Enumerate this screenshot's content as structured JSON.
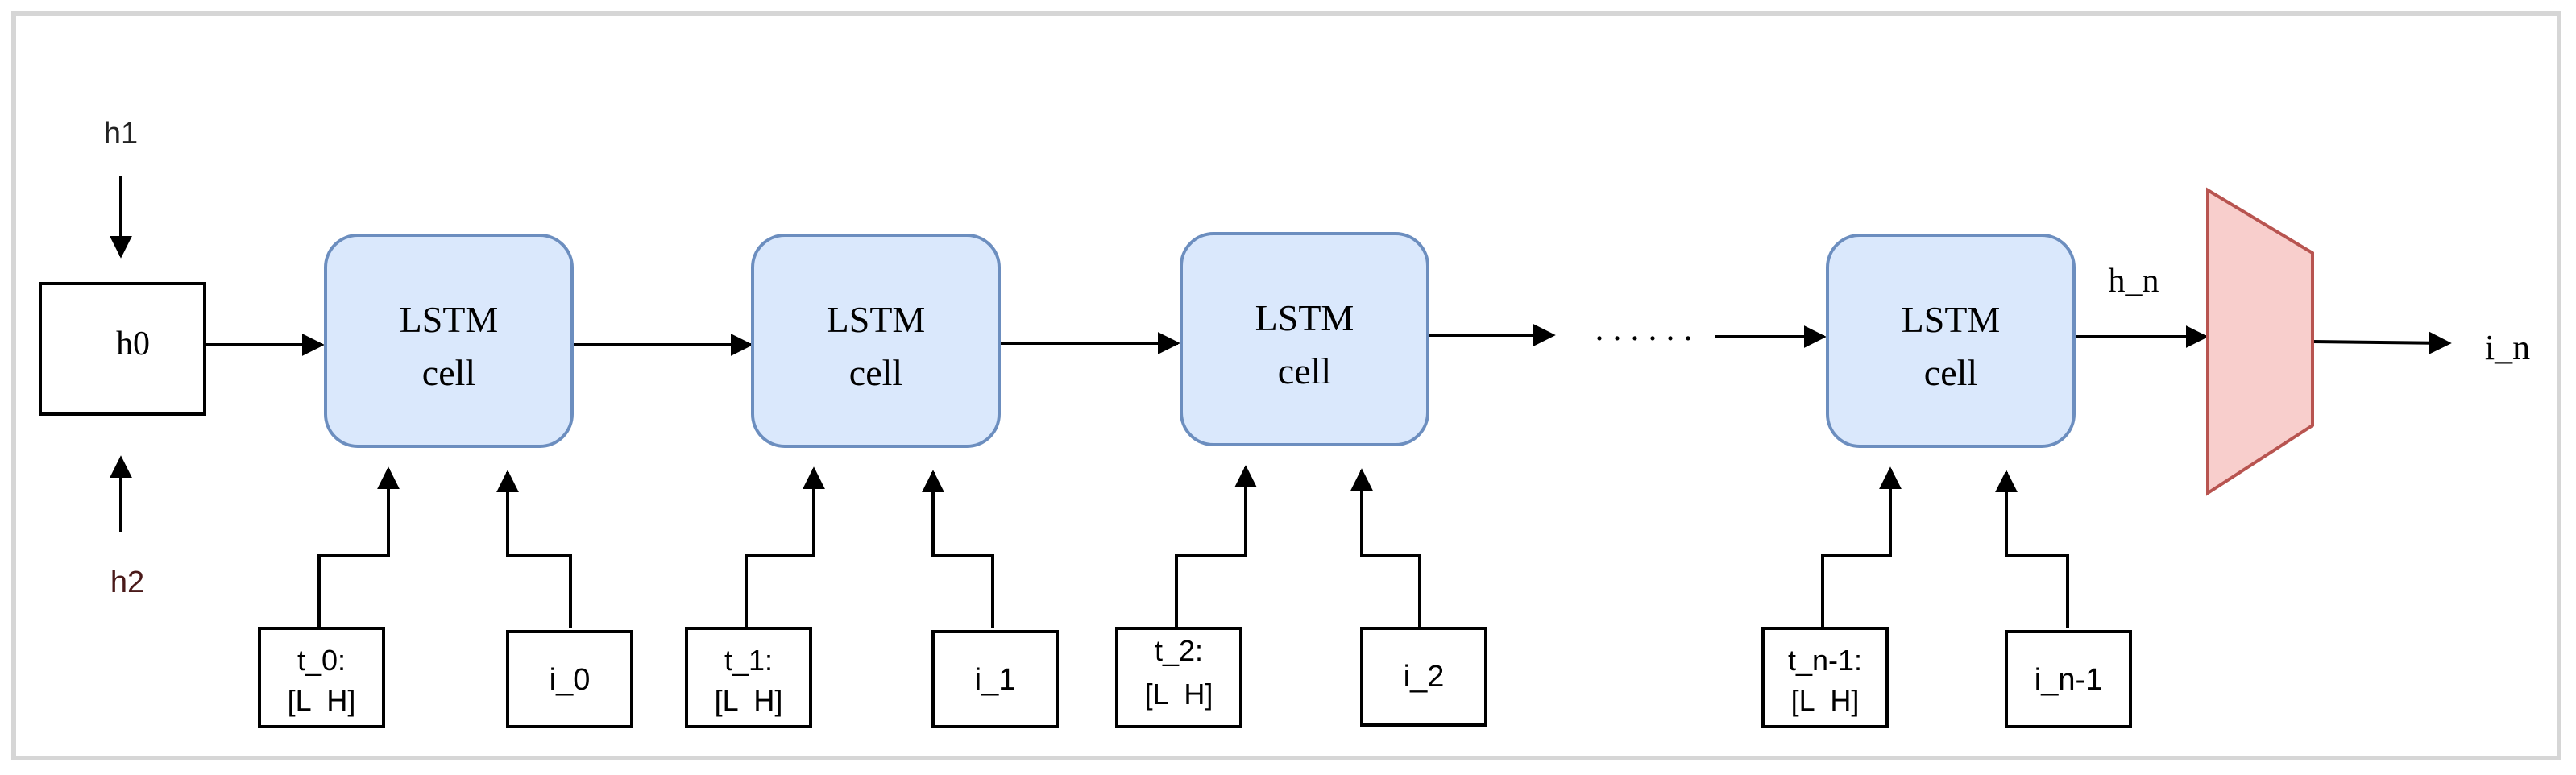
{
  "diagram": {
    "h1_label": "h1",
    "h2_label": "h2",
    "h0_label": "h0",
    "cells": [
      {
        "line1": "LSTM",
        "line2": "cell"
      },
      {
        "line1": "LSTM",
        "line2": "cell"
      },
      {
        "line1": "LSTM",
        "line2": "cell"
      },
      {
        "line1": "LSTM",
        "line2": "cell"
      }
    ],
    "t_inputs": [
      {
        "line1": "t_0:",
        "line2": "[L  H]"
      },
      {
        "line1": "t_1:",
        "line2": "[L  H]"
      },
      {
        "line1": "t_2:",
        "line2": "[L  H]"
      },
      {
        "line1": "t_n-1:",
        "line2": "[L  H]"
      }
    ],
    "i_inputs": [
      "i_0",
      "i_1",
      "i_2",
      "i_n-1"
    ],
    "ellipsis": ". . . . . .",
    "hidden_out_label": "h_n",
    "output_label": "i_n",
    "colors": {
      "cell_fill": "#dae8fc",
      "cell_stroke": "#6c8ebf",
      "decoder_fill": "#f8cecc",
      "decoder_stroke": "#b85450",
      "line": "#000000"
    }
  }
}
